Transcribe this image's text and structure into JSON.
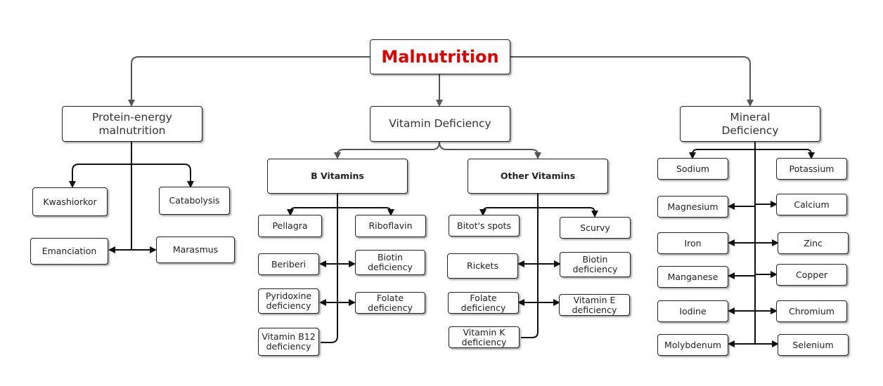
{
  "diagram": {
    "root": "Malnutrition",
    "branches": {
      "protein_energy": "Protein-energy\nmalnutrition",
      "vitamin": "Vitamin Deficiency",
      "mineral": "Mineral\nDeficiency"
    },
    "protein_energy_items": [
      "Kwashiorkor",
      "Catabolysis",
      "Emanciation",
      "Marasmus"
    ],
    "vitamin_groups": {
      "b": "B Vitamins",
      "other": "Other Vitamins"
    },
    "b_vitamins": [
      "Pellagra",
      "Riboflavin",
      "Beriberi",
      "Biotin\ndeficiency",
      "Pyridoxine\ndeficiency",
      "Folate\ndeficiency",
      "Vitamin B12\ndeficiency"
    ],
    "other_vitamins": [
      "Bitot's spots",
      "Scurvy",
      "Rickets",
      "Biotin\ndeficiency",
      "Folate\ndeficiency",
      "Vitamin E\ndeficiency",
      "Vitamin K\ndeficiency"
    ],
    "minerals": [
      "Sodium",
      "Potassium",
      "Magnesium",
      "Calcium",
      "Iron",
      "Zinc",
      "Manganese",
      "Copper",
      "Iodine",
      "Chromium",
      "Molybdenum",
      "Selenium"
    ]
  }
}
